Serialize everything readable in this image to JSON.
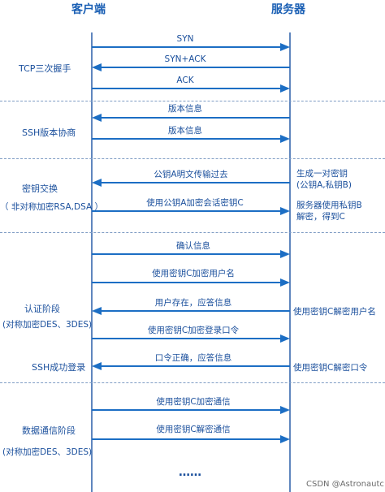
{
  "header": {
    "client": "客户端",
    "server": "服务器"
  },
  "phases": [
    {
      "lines": [
        "TCP三次握手"
      ]
    },
    {
      "lines": [
        "SSH版本协商"
      ]
    },
    {
      "lines": [
        "密钥交换",
        "（ 非对称加密RSA,DSA ）"
      ]
    },
    {
      "lines": [
        "认证阶段",
        "(对称加密DES、3DES)"
      ]
    },
    {
      "lines": [
        "SSH成功登录"
      ]
    },
    {
      "lines": [
        "数据通信阶段",
        "(对称加密DES、3DES)"
      ]
    }
  ],
  "messages": [
    {
      "label": "SYN",
      "direction": "to-server"
    },
    {
      "label": "SYN+ACK",
      "direction": "to-client"
    },
    {
      "label": "ACK",
      "direction": "to-server"
    },
    {
      "label": "版本信息",
      "direction": "to-client"
    },
    {
      "label": "版本信息",
      "direction": "to-server"
    },
    {
      "label": "公钥A明文传输过去",
      "direction": "to-client"
    },
    {
      "label": "使用公钥A加密会话密钥C",
      "direction": "to-server"
    },
    {
      "label": "确认信息",
      "direction": "to-server"
    },
    {
      "label": "使用密钥C加密用户名",
      "direction": "to-server"
    },
    {
      "label": "用户存在，应答信息",
      "direction": "to-client"
    },
    {
      "label": "使用密钥C加密登录口令",
      "direction": "to-server"
    },
    {
      "label": "口令正确，应答信息",
      "direction": "to-client"
    },
    {
      "label": "使用密钥C加密通信",
      "direction": "to-server"
    },
    {
      "label": "使用密钥C解密通信",
      "direction": "to-server"
    }
  ],
  "server_notes": [
    {
      "lines": [
        "生成一对密钥",
        "(公钥A,私钥B)"
      ]
    },
    {
      "lines": [
        "服务器使用私钥B",
        "解密，得到C"
      ]
    },
    {
      "lines": [
        "使用密钥C解密用户名"
      ]
    },
    {
      "lines": [
        "使用密钥C解密口令"
      ]
    }
  ],
  "ellipsis": "……",
  "watermark": "CSDN @Astronautc",
  "colors": {
    "lifeline": "#2a5ea8",
    "arrow": "#1c6ec4",
    "text": "#1a4f9c",
    "separator": "#7f9cc4"
  }
}
